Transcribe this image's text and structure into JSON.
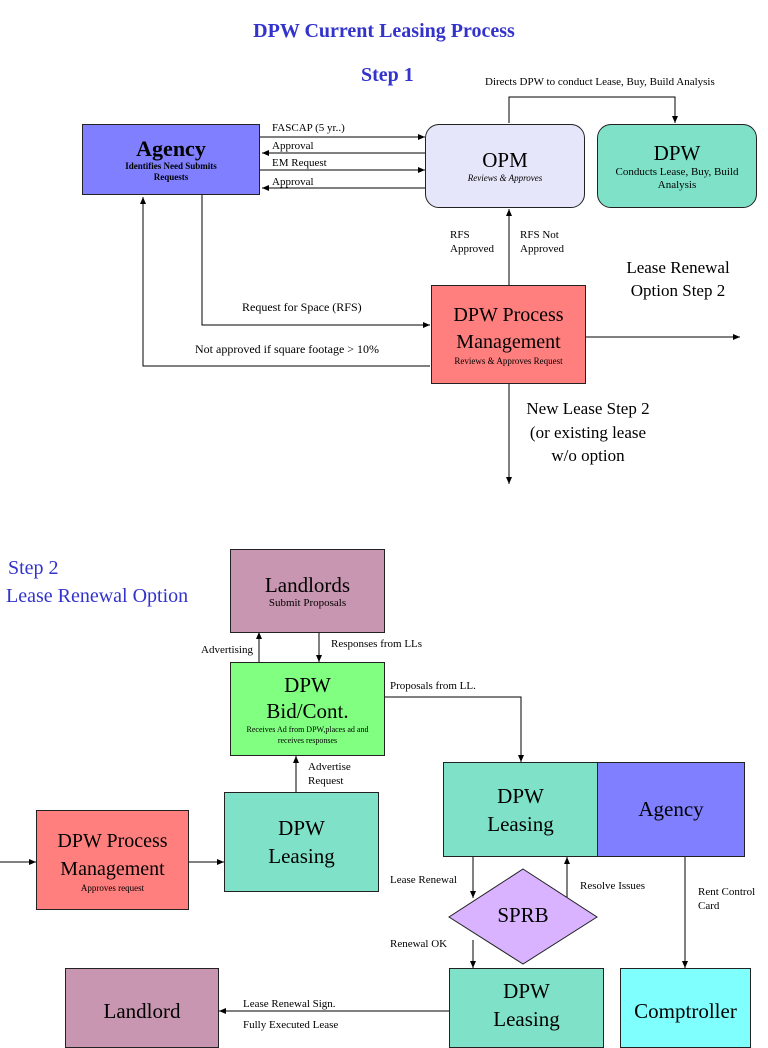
{
  "title": "DPW Current Leasing Process",
  "step1": {
    "label": "Step 1",
    "agency": {
      "title": "Agency",
      "sub": "Identifies Need Submits Requests"
    },
    "opm": {
      "title": "OPM",
      "sub": "Reviews & Approves"
    },
    "dpw": {
      "title": "DPW",
      "sub": "Conducts Lease, Buy, Build Analysis"
    },
    "process": {
      "title": "DPW Process Management",
      "sub": "Reviews & Approves Request"
    },
    "arrows": {
      "fascap": "FASCAP (5 yr..)",
      "approval1": "Approval",
      "em_request": "EM Request",
      "approval2": "Approval",
      "directs": "Directs DPW to conduct Lease, Buy, Build Analysis",
      "rfs_approved": "RFS Approved",
      "rfs_not_approved": "RFS Not Approved",
      "request_space": "Request for Space (RFS)",
      "not_approved": "Not approved if square footage > 10%",
      "lease_renewal": "Lease Renewal Option Step 2",
      "new_lease": "New Lease Step 2 (or existing lease w/o option"
    }
  },
  "step2": {
    "label_line1": "Step 2",
    "label_line2": "Lease Renewal Option",
    "landlords": {
      "title": "Landlords",
      "sub": "Submit Proposals"
    },
    "bid": {
      "title": "DPW Bid/Cont.",
      "sub": "Receives Ad from DPW,places ad and receives responses"
    },
    "leasing1": {
      "title": "DPW Leasing"
    },
    "process": {
      "title": "DPW Process Management",
      "sub": "Approves request"
    },
    "leasing2": {
      "title": "DPW Leasing"
    },
    "agency": {
      "title": "Agency"
    },
    "sprb": {
      "title": "SPRB"
    },
    "leasing3": {
      "title": "DPW Leasing"
    },
    "comptroller": {
      "title": "Comptroller"
    },
    "landlord": {
      "title": "Landlord"
    },
    "arrows": {
      "advertising": "Advertising",
      "responses": "Responses from LLs",
      "proposals": "Proposals from LL.",
      "advertise_request": "Advertise Request",
      "lease_renewal": "Lease Renewal",
      "resolve": "Resolve Issues",
      "renewal_ok": "Renewal OK",
      "rent_control": "Rent Control Card",
      "sign": "Lease Renewal Sign.",
      "executed": "Fully Executed Lease"
    }
  },
  "colors": {
    "agency": "#7f7fff",
    "opm": "#e6e6fa",
    "dpw": "#7fe2c8",
    "process": "#ff7f7f",
    "landlord": "#c896b0",
    "bid": "#80ff80",
    "sprb": "#d9b3ff",
    "comptroller": "#80ffff",
    "title": "#3333cc"
  }
}
